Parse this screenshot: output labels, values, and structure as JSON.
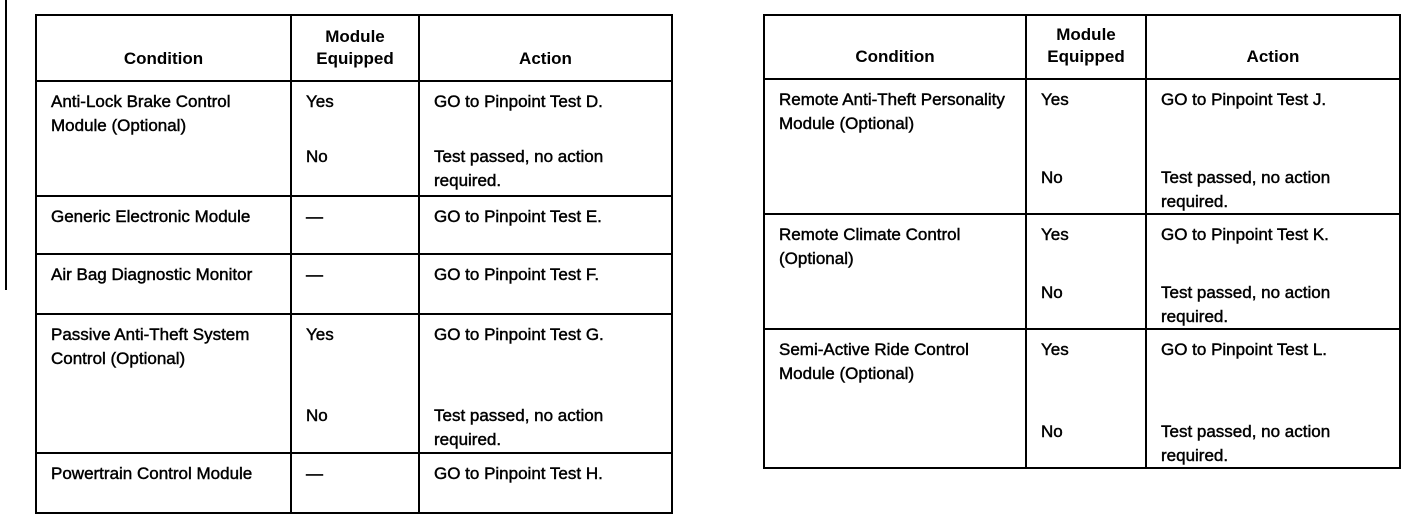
{
  "tables": [
    {
      "headers": [
        "Condition",
        "Module Equipped",
        "Action"
      ],
      "rows": [
        {
          "condition": "Anti-Lock Brake Control Module (Optional)",
          "entries": [
            {
              "equipped": "Yes",
              "action": "GO to Pinpoint Test D."
            },
            {
              "equipped": "No",
              "action": "Test passed, no action required."
            }
          ]
        },
        {
          "condition": "Generic Electronic Module",
          "entries": [
            {
              "equipped": "—",
              "action": "GO to Pinpoint Test E."
            }
          ]
        },
        {
          "condition": "Air Bag Diagnostic Monitor",
          "entries": [
            {
              "equipped": "—",
              "action": "GO to Pinpoint Test F."
            }
          ]
        },
        {
          "condition": "Passive Anti-Theft System Control (Optional)",
          "entries": [
            {
              "equipped": "Yes",
              "action": "GO to Pinpoint Test G."
            },
            {
              "equipped": "No",
              "action": "Test passed, no action required."
            }
          ]
        },
        {
          "condition": "Powertrain Control Module",
          "entries": [
            {
              "equipped": "—",
              "action": "GO to Pinpoint Test H."
            }
          ]
        }
      ]
    },
    {
      "headers": [
        "Condition",
        "Module Equipped",
        "Action"
      ],
      "rows": [
        {
          "condition": "Remote Anti-Theft Personality Module (Optional)",
          "entries": [
            {
              "equipped": "Yes",
              "action": "GO to Pinpoint Test J."
            },
            {
              "equipped": "No",
              "action": "Test passed, no action required."
            }
          ]
        },
        {
          "condition": "Remote Climate Control (Optional)",
          "entries": [
            {
              "equipped": "Yes",
              "action": "GO to Pinpoint Test K."
            },
            {
              "equipped": "No",
              "action": "Test passed, no action required."
            }
          ]
        },
        {
          "condition": "Semi-Active Ride Control Module (Optional)",
          "entries": [
            {
              "equipped": "Yes",
              "action": "GO to Pinpoint Test L."
            },
            {
              "equipped": "No",
              "action": "Test passed, no action required."
            }
          ]
        }
      ]
    }
  ]
}
